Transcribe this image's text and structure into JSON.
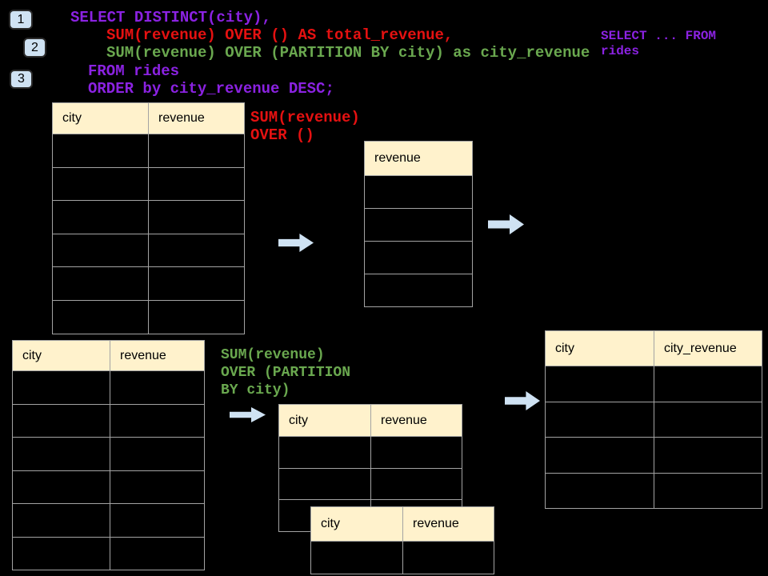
{
  "badges": [
    {
      "label": "1"
    },
    {
      "label": "2"
    },
    {
      "label": "3"
    }
  ],
  "sql": {
    "lines": [
      {
        "text": "SELECT DISTINCT(city),",
        "color": "#8B22E2"
      },
      {
        "text": "SUM(revenue) OVER () AS total_revenue,",
        "color": "#E51111"
      },
      {
        "text": "SUM(revenue) OVER (PARTITION BY city) as city_revenue",
        "color": "#6AA84F"
      },
      {
        "text": "FROM rides",
        "color": "#8B22E2"
      },
      {
        "text": "ORDER by city_revenue DESC;",
        "color": "#8B22E2"
      }
    ]
  },
  "side_note": {
    "lines": [
      {
        "text": "SELECT ... FROM",
        "color": "#8B22E2"
      },
      {
        "text": "rides",
        "color": "#8B22E2"
      }
    ]
  },
  "annotations": {
    "total_label": {
      "lines": [
        {
          "text": "SUM(revenue)",
          "color": "#E51111"
        },
        {
          "text": "OVER ()",
          "color": "#E51111"
        }
      ]
    },
    "partition_label": {
      "lines": [
        {
          "text": "SUM(revenue)",
          "color": "#6AA84F"
        },
        {
          "text": "OVER (PARTITION",
          "color": "#6AA84F"
        },
        {
          "text": "BY city)",
          "color": "#6AA84F"
        }
      ]
    }
  },
  "tables": {
    "source_top": {
      "headers": [
        "city",
        "revenue"
      ],
      "body_rows": 6
    },
    "total_revenue": {
      "headers": [
        "revenue"
      ],
      "body_rows": 4
    },
    "source_bottom": {
      "headers": [
        "city",
        "revenue"
      ],
      "body_rows": 6
    },
    "partition_result": {
      "headers": [
        "city",
        "revenue"
      ],
      "body_rows": 3
    },
    "partition_result_overlay": {
      "headers": [
        "city",
        "revenue"
      ],
      "body_rows": 1
    },
    "city_revenue_result": {
      "headers": [
        "city",
        "city_revenue"
      ],
      "body_rows": 4
    }
  },
  "colors": {
    "background": "#000000",
    "purple": "#8B22E2",
    "red": "#E51111",
    "green": "#6AA84F",
    "table_header_fill": "#FFF2CC",
    "table_border": "#A3A3A3",
    "arrow_fill": "#CFE2F3",
    "badge_fill": "#CFE2F3"
  }
}
